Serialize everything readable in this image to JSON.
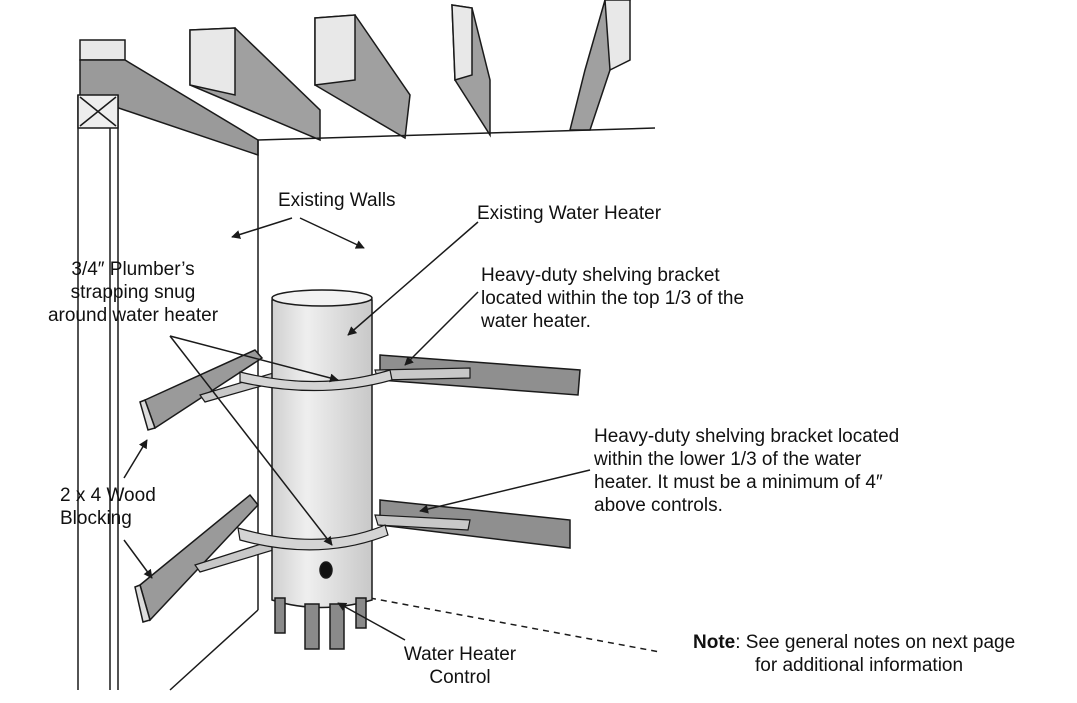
{
  "labels": {
    "existing_walls": "Existing Walls",
    "existing_water_heater": "Existing Water Heater",
    "strapping": [
      "3/4″ Plumber’s",
      "strapping snug",
      "around water heater"
    ],
    "top_bracket": [
      "Heavy-duty shelving bracket",
      "located within the top 1/3 of the",
      "water heater."
    ],
    "lower_bracket": [
      "Heavy-duty shelving bracket located",
      "within the lower 1/3 of the water",
      "heater. It must be a minimum of 4″",
      "above controls."
    ],
    "blocking": [
      "2 x 4  Wood",
      "Blocking"
    ],
    "control": [
      "Water Heater",
      "Control"
    ]
  },
  "note": {
    "label": "Note",
    "line1": ": See general notes on next page",
    "line2": "for additional information"
  },
  "colors": {
    "line": "#1a1a1a",
    "wood": "#9a9a9a",
    "heater": "#e4e4e4",
    "metal": "#bdbdbd"
  }
}
